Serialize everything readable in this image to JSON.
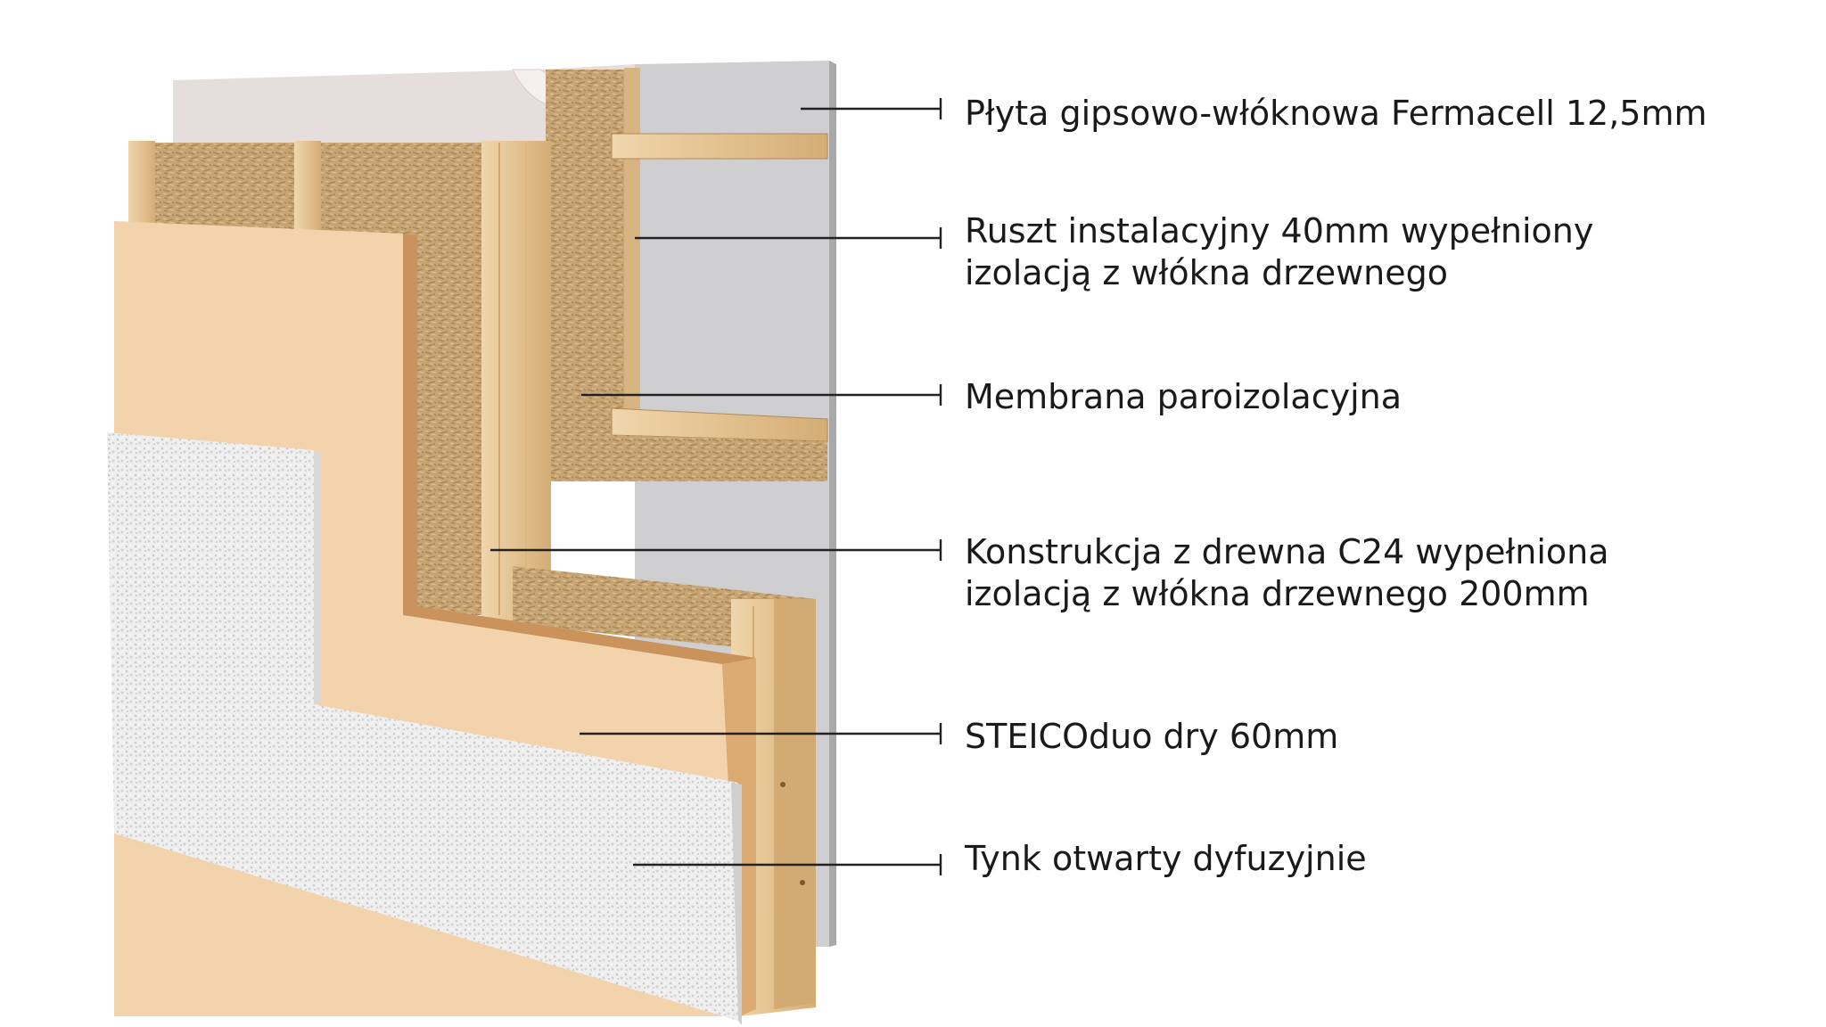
{
  "labels": [
    {
      "lines": [
        "Płyta gipsowo-włóknowa Fermacell 12,5mm"
      ]
    },
    {
      "lines": [
        "Ruszt instalacyjny 40mm wypełniony",
        "izolacją z włókna drzewnego"
      ]
    },
    {
      "lines": [
        "Membrana paroizolacyjna"
      ]
    },
    {
      "lines": [
        "Konstrukcja z drewna C24 wypełniona",
        "izolacją z włókna drzewnego 200mm"
      ]
    },
    {
      "lines": [
        "STEICOduo dry 60mm"
      ]
    },
    {
      "lines": [
        "Tynk otwarty dyfuzyjnie"
      ]
    }
  ],
  "colors": {
    "gypsum": "#cfcfd1",
    "gypsum_edge": "#a9a9ab",
    "membrane": "#e6dedd",
    "wood_fiber": "#c9a977",
    "timber": "#e7c99a",
    "steico": "#f2d3ac",
    "plaster": "#efefef",
    "leader": "#222222"
  }
}
